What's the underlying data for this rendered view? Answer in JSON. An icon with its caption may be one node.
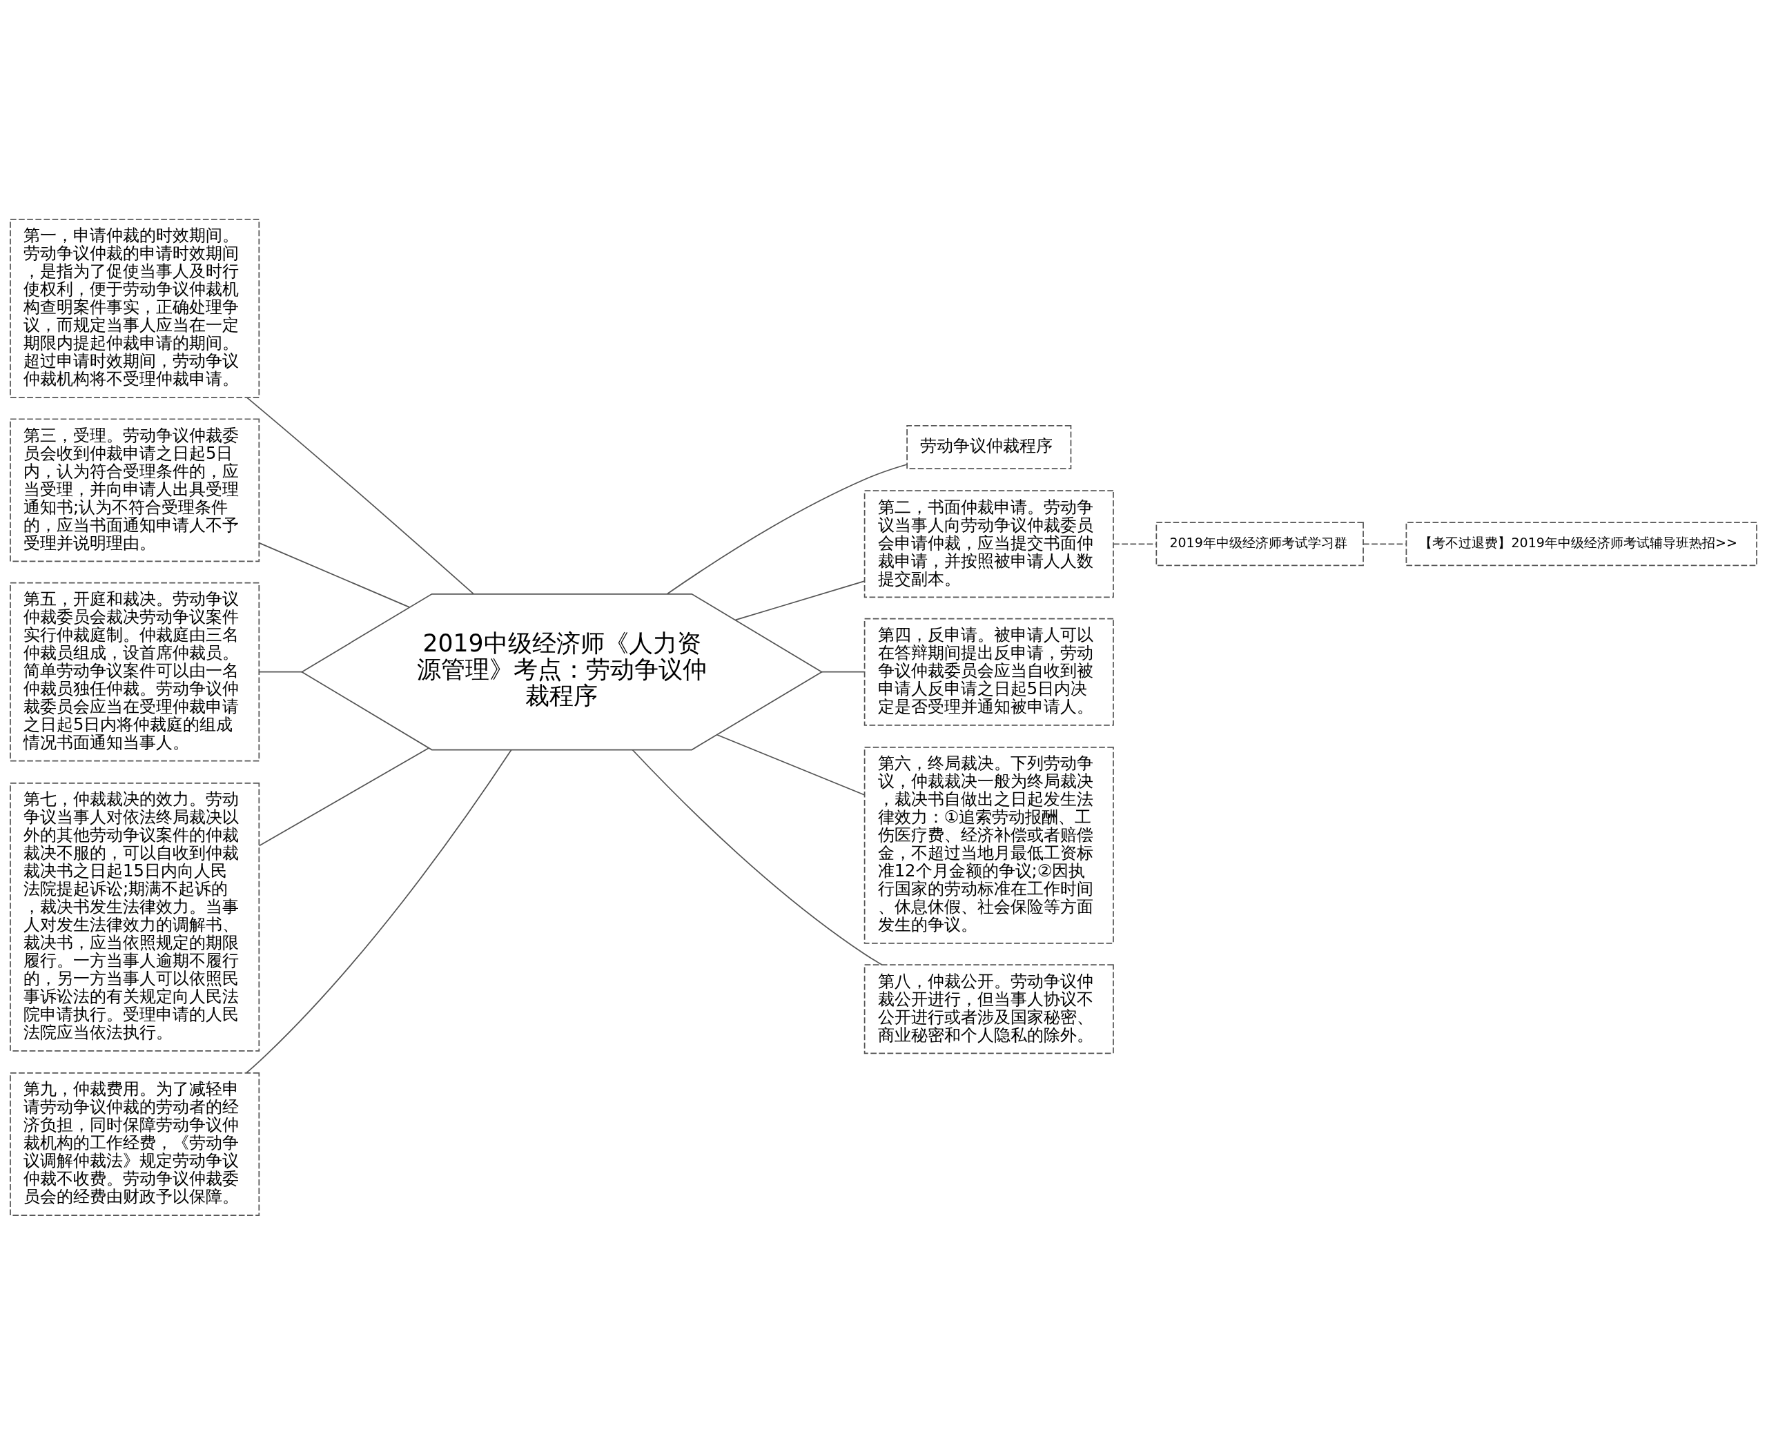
{
  "diagram": {
    "nodes": [
      {
        "text": [
          "2019中级经济师《人力资源管理》考点：劳动争议仲裁程序"
        ]
      },
      {
        "text": [
          "第一，申请仲裁的时效期间。劳动争议仲裁的申请时效期间，是指为了促使当事人及时行使权利，便于劳动争议仲裁机构查明案件事实，正确处理争议，而规定当事人应当在一定期限内提起仲裁申请的期间。超过申请时效期间，劳动争议仲裁机构将不受理仲裁申请。"
        ]
      },
      {
        "text": [
          "第三，受理。劳动争议仲裁委员会收到仲裁申请之日起5日内，认为符合受理条件的，应当受理，并向申请人出具受理通知书;认为不符合受理条件的，应当书面通知申请人不予受理并说明理由。"
        ]
      },
      {
        "text": [
          "第五，开庭和裁决。劳动争议仲裁委员会裁决劳动争议案件实行仲裁庭制。仲裁庭由三名仲裁员组成，设首席仲裁员。简单劳动争议案件可以由一名仲裁员独任仲裁。劳动争议仲裁委员会应当在受理仲裁申请之日起5日内将仲裁庭的组成情况书面通知当事人。"
        ]
      },
      {
        "text": [
          "第七，仲裁裁决的效力。劳动争议当事人对依法终局裁决以外的其他劳动争议案件的仲裁裁决不服的，可以自收到仲裁裁决书之日起15日内向人民法院提起诉讼;期满不起诉的，裁决书发生法律效力。当事人对发生法律效力的调解书、裁决书，应当依照规定的期限履行。一方当事人逾期不履行的，另一方当事人可以依照民事诉讼法的有关规定向人民法院申请执行。受理申请的人民法院应当依法执行。"
        ]
      },
      {
        "text": [
          "第九，仲裁费用。为了减轻申请劳动争议仲裁的劳动者的经济负担，同时保障劳动争议仲裁机构的工作经费，《劳动争议调解仲裁法》规定劳动争议仲裁不收费。劳动争议仲裁委员会的经费由财政予以保障。"
        ]
      },
      {
        "text": [
          "劳动争议仲裁程序"
        ]
      },
      {
        "text": [
          "第二，书面仲裁申请。劳动争议当事人向劳动争议仲裁委员会申请仲裁，应当提交书面仲裁申请，并按照被申请人人数提交副本。"
        ]
      },
      {
        "text": [
          "2019年中级经济师考试学习群"
        ]
      },
      {
        "text": [
          "【考不过退费】2019年中级经济师考试辅导班热招>>"
        ]
      },
      {
        "text": [
          "第四，反申请。被申请人可以在答辩期间提出反申请，劳动争议仲裁委员会应当自收到被申请人反申请之日起5日内决定是否受理并通知被申请人。"
        ]
      },
      {
        "text": [
          "第六，终局裁决。下列劳动争议，仲裁裁决一般为终局裁决，裁决书自做出之日起发生法律效力：①追索劳动报酬、工伤医疗费、经济补偿或者赔偿金，不超过当地月最低工资标准12个月金额的争议;②因执行国家的劳动标准在工作时间、休息休假、社会保险等方面发生的争议。"
        ]
      },
      {
        "text": [
          "第八，仲裁公开。劳动争议仲裁公开进行，但当事人协议不公开进行或者涉及国家秘密、商业秘密和个人隐私的除外。"
        ]
      }
    ],
    "edges": [
      {
        "from": 0,
        "to": 1,
        "arrow": "none"
      },
      {
        "from": 0,
        "to": 2,
        "arrow": "none"
      },
      {
        "from": 0,
        "to": 3,
        "arrow": "none"
      },
      {
        "from": 0,
        "to": 4,
        "arrow": "none"
      },
      {
        "from": 0,
        "to": 5,
        "arrow": "none"
      },
      {
        "from": 0,
        "to": 6,
        "arrow": "none"
      },
      {
        "from": 0,
        "to": 7,
        "arrow": "none"
      },
      {
        "from": 7,
        "to": 8,
        "arrow": "none",
        "style": "dashed"
      },
      {
        "from": 8,
        "to": 9,
        "arrow": "none",
        "style": "dashed"
      },
      {
        "from": 0,
        "to": 10,
        "arrow": "none"
      },
      {
        "from": 0,
        "to": 11,
        "arrow": "none"
      },
      {
        "from": 0,
        "to": 12,
        "arrow": "none"
      }
    ]
  }
}
